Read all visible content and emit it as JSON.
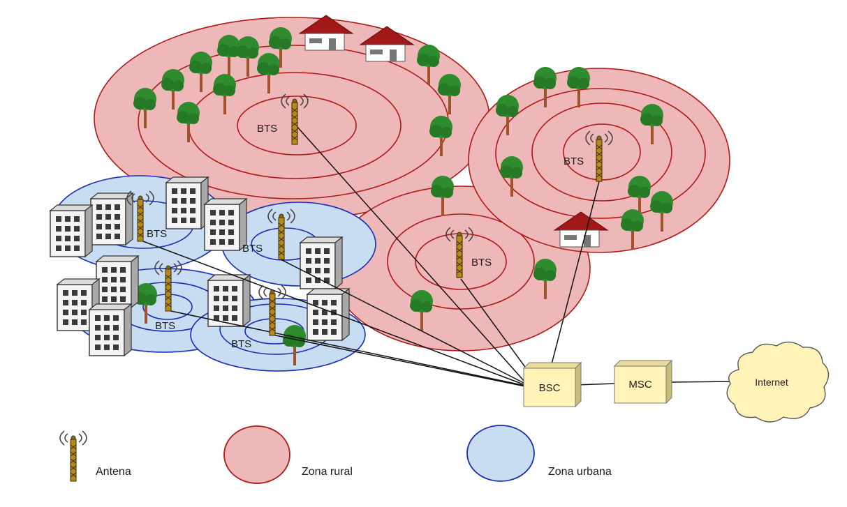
{
  "labels": {
    "bts": "BTS",
    "bsc": "BSC",
    "msc": "MSC",
    "internet": "Internet"
  },
  "legend": {
    "antenna": "Antena",
    "rural": "Zona rural",
    "urban": "Zona urbana"
  },
  "colors": {
    "rural_fill": "#efb8b8",
    "rural_stroke": "#b01818",
    "urban_fill": "#c9ddf2",
    "urban_stroke": "#1a2bb5",
    "box_fill": "#fff3b8",
    "box_stroke": "#7a7a7a",
    "cloud_fill": "#fff3b8",
    "tree_canopy": "#2e8b2e",
    "roof": "#a11818",
    "tower": "#8a6a10"
  }
}
